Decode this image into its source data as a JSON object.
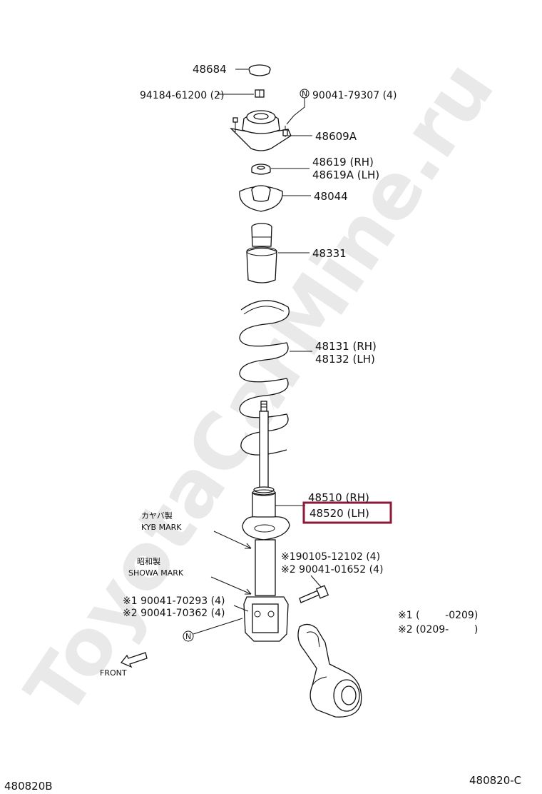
{
  "watermark": "ToyotaCarMine.ru",
  "parts": [
    {
      "id": "48684",
      "label": "48684"
    },
    {
      "id": "94184-61200",
      "label": "94184-61200 (2)"
    },
    {
      "id": "90041-79307",
      "label": "90041-79307 (4)"
    },
    {
      "id": "48609A",
      "label": "48609A"
    },
    {
      "id": "48619",
      "label": "48619   (RH)"
    },
    {
      "id": "48619A",
      "label": "48619A (LH)"
    },
    {
      "id": "48044",
      "label": "48044"
    },
    {
      "id": "48331",
      "label": "48331"
    },
    {
      "id": "48131",
      "label": "48131 (RH)"
    },
    {
      "id": "48132",
      "label": "48132 (LH)"
    },
    {
      "id": "48510",
      "label": "48510 (RH)"
    },
    {
      "id": "48520",
      "label": "48520 (LH)",
      "highlighted": true
    },
    {
      "id": "190105-12102",
      "label": "※190105-12102 (4)"
    },
    {
      "id": "290041-01652",
      "label": "※2 90041-01652 (4)"
    },
    {
      "id": "190041-70293",
      "label": "※1 90041-70293 (4)"
    },
    {
      "id": "290041-70362",
      "label": "※2 90041-70362 (4)"
    }
  ],
  "marks": {
    "kyb_jp": "カヤバ製",
    "kyb_en": "KYB  MARK",
    "showa_jp": "昭和製",
    "showa_en": "SHOWA  MARK"
  },
  "circle_symbol": "N",
  "footnotes": {
    "note1": "※1 (        -0209)",
    "note2": "※2 (0209-        )"
  },
  "front_label": "FRONT",
  "diagram_id_left": "480820B",
  "diagram_id_right": "480820-C",
  "highlight_color": "#8b1a3a"
}
